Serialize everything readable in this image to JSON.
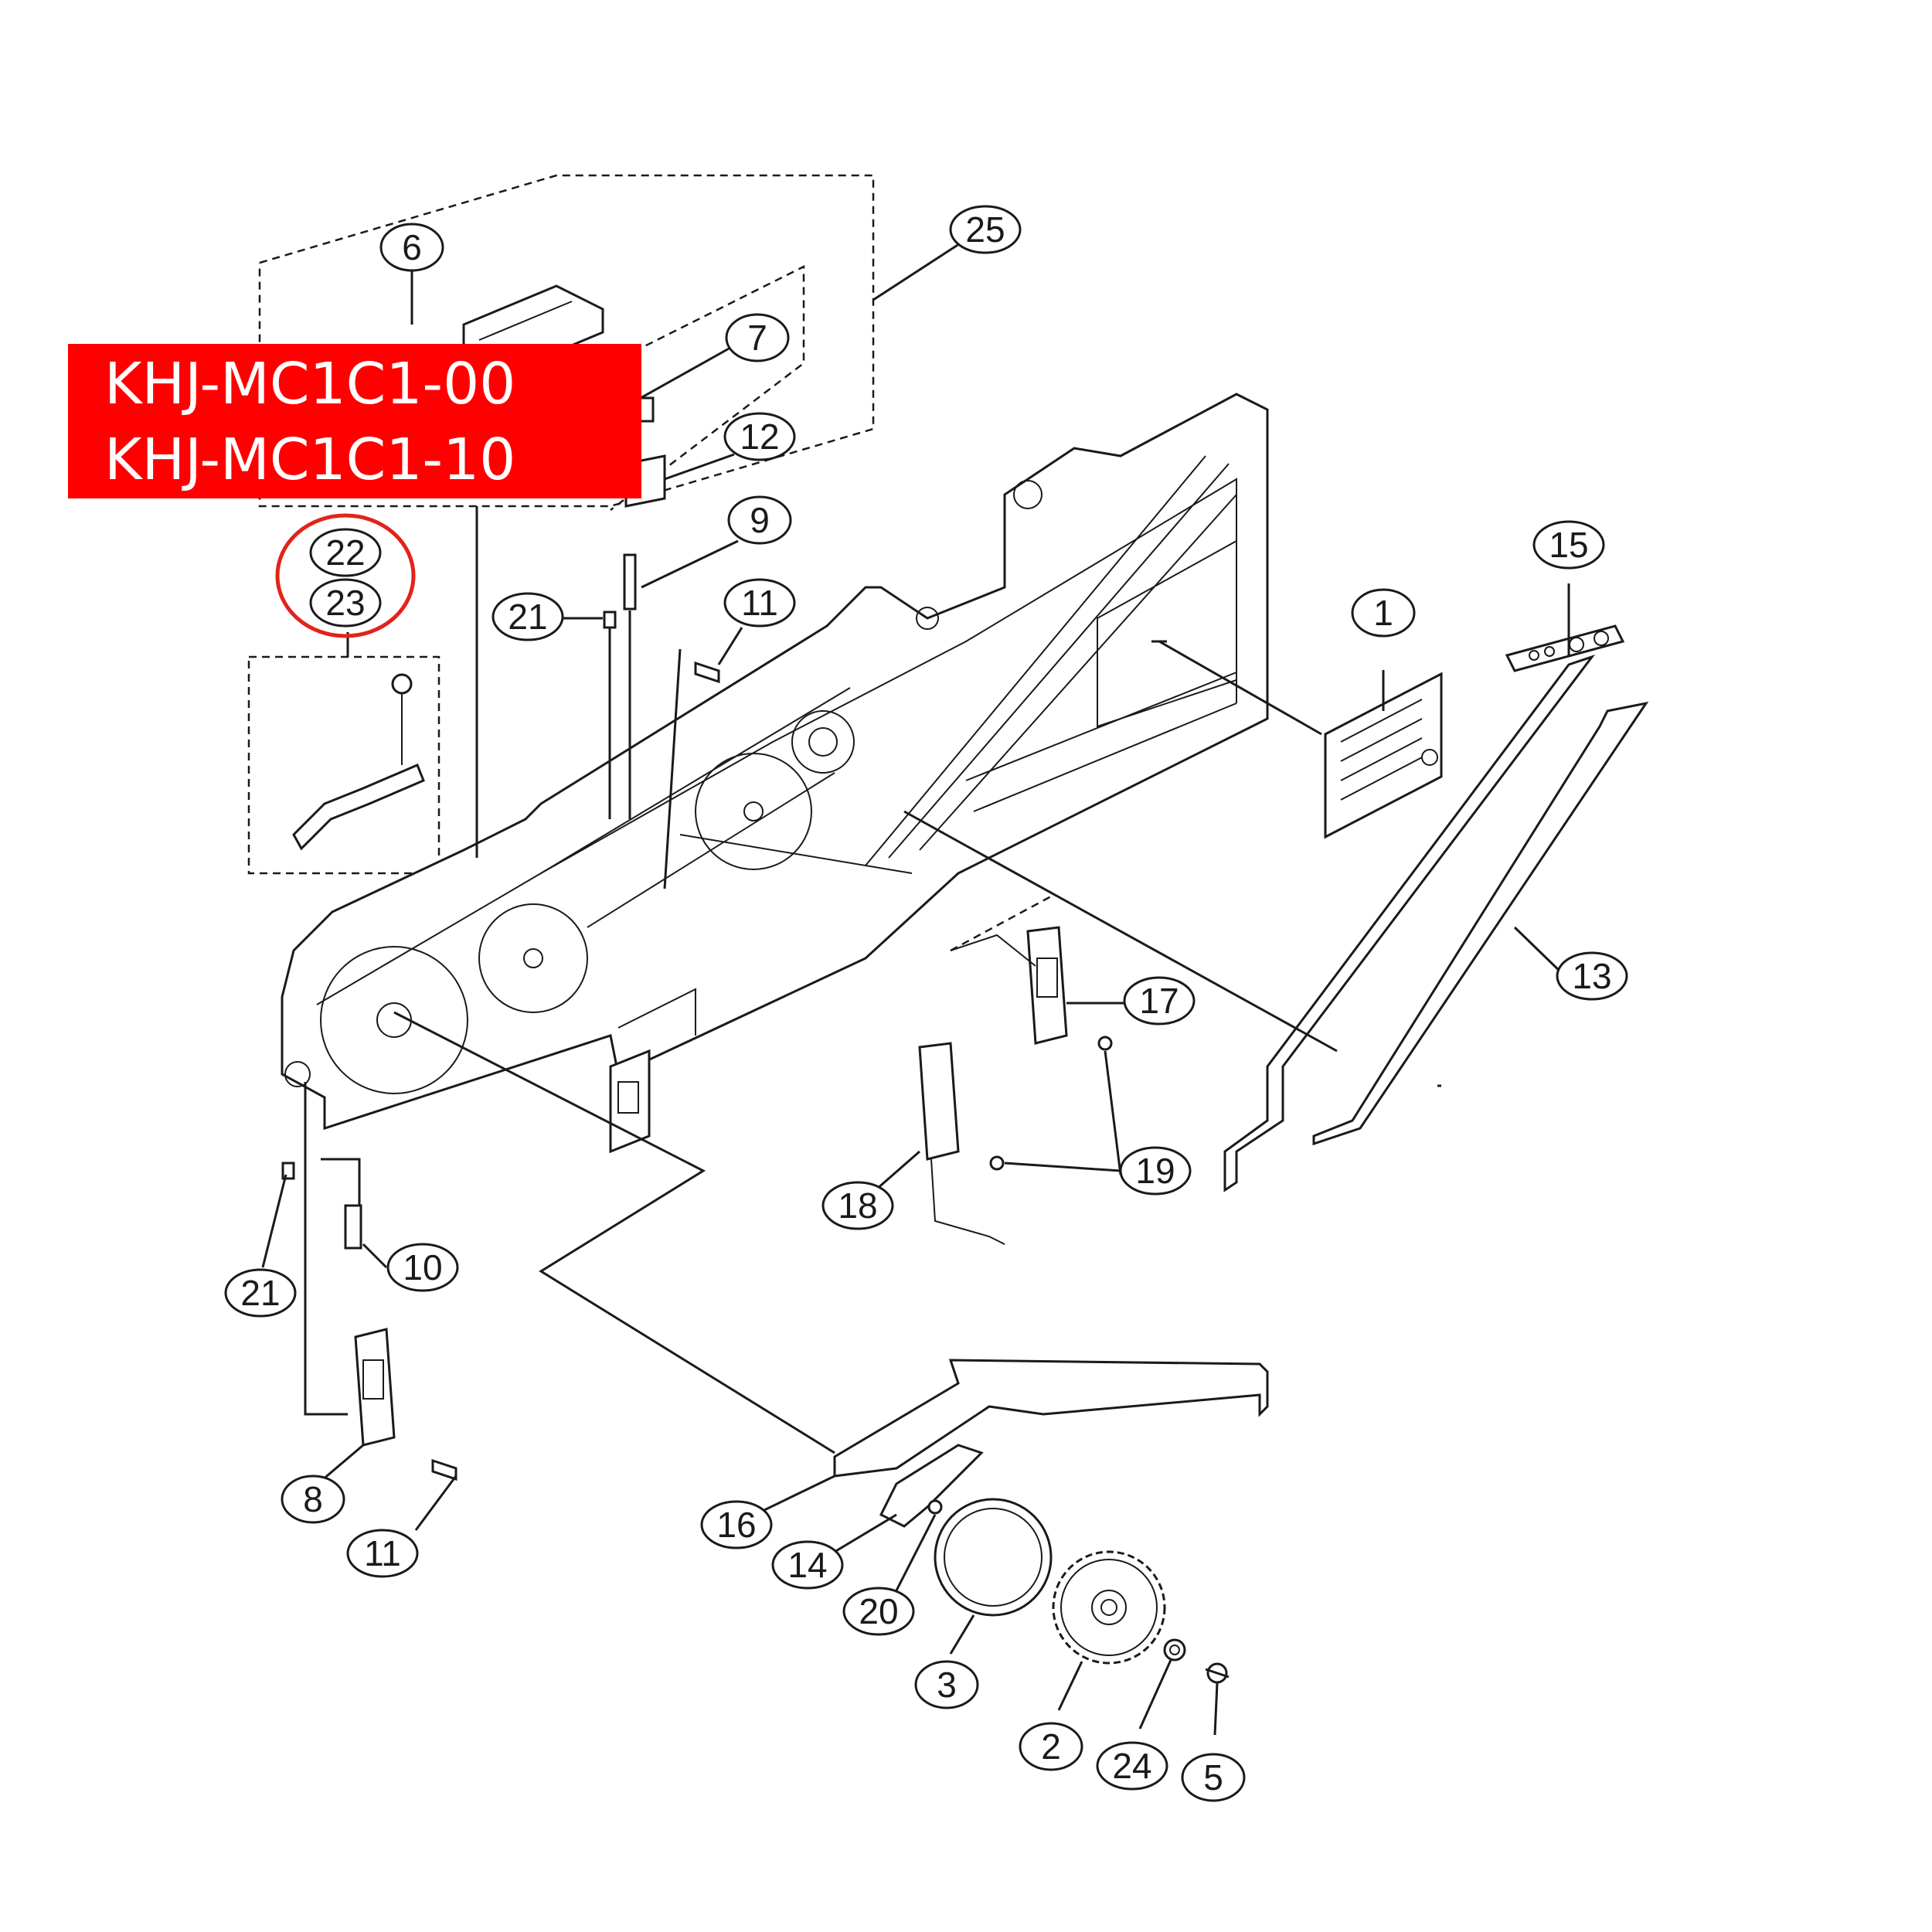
{
  "part_numbers": [
    "KHJ-MC1C1-00",
    "KHJ-MC1C1-10"
  ],
  "colors": {
    "banner": "#ff0000",
    "highlight": "#e2231a",
    "ink": "#1a1a1a"
  },
  "callouts": {
    "c1": "1",
    "c2": "2",
    "c3": "3",
    "c5": "5",
    "c6": "6",
    "c7": "7",
    "c8": "8",
    "c9": "9",
    "c10": "10",
    "c11a": "11",
    "c11b": "11",
    "c12": "12",
    "c13": "13",
    "c14": "14",
    "c15": "15",
    "c16": "16",
    "c17": "17",
    "c18": "18",
    "c19": "19",
    "c20": "20",
    "c21a": "21",
    "c21b": "21",
    "c22": "22",
    "c23": "23",
    "c24": "24",
    "c25": "25"
  }
}
